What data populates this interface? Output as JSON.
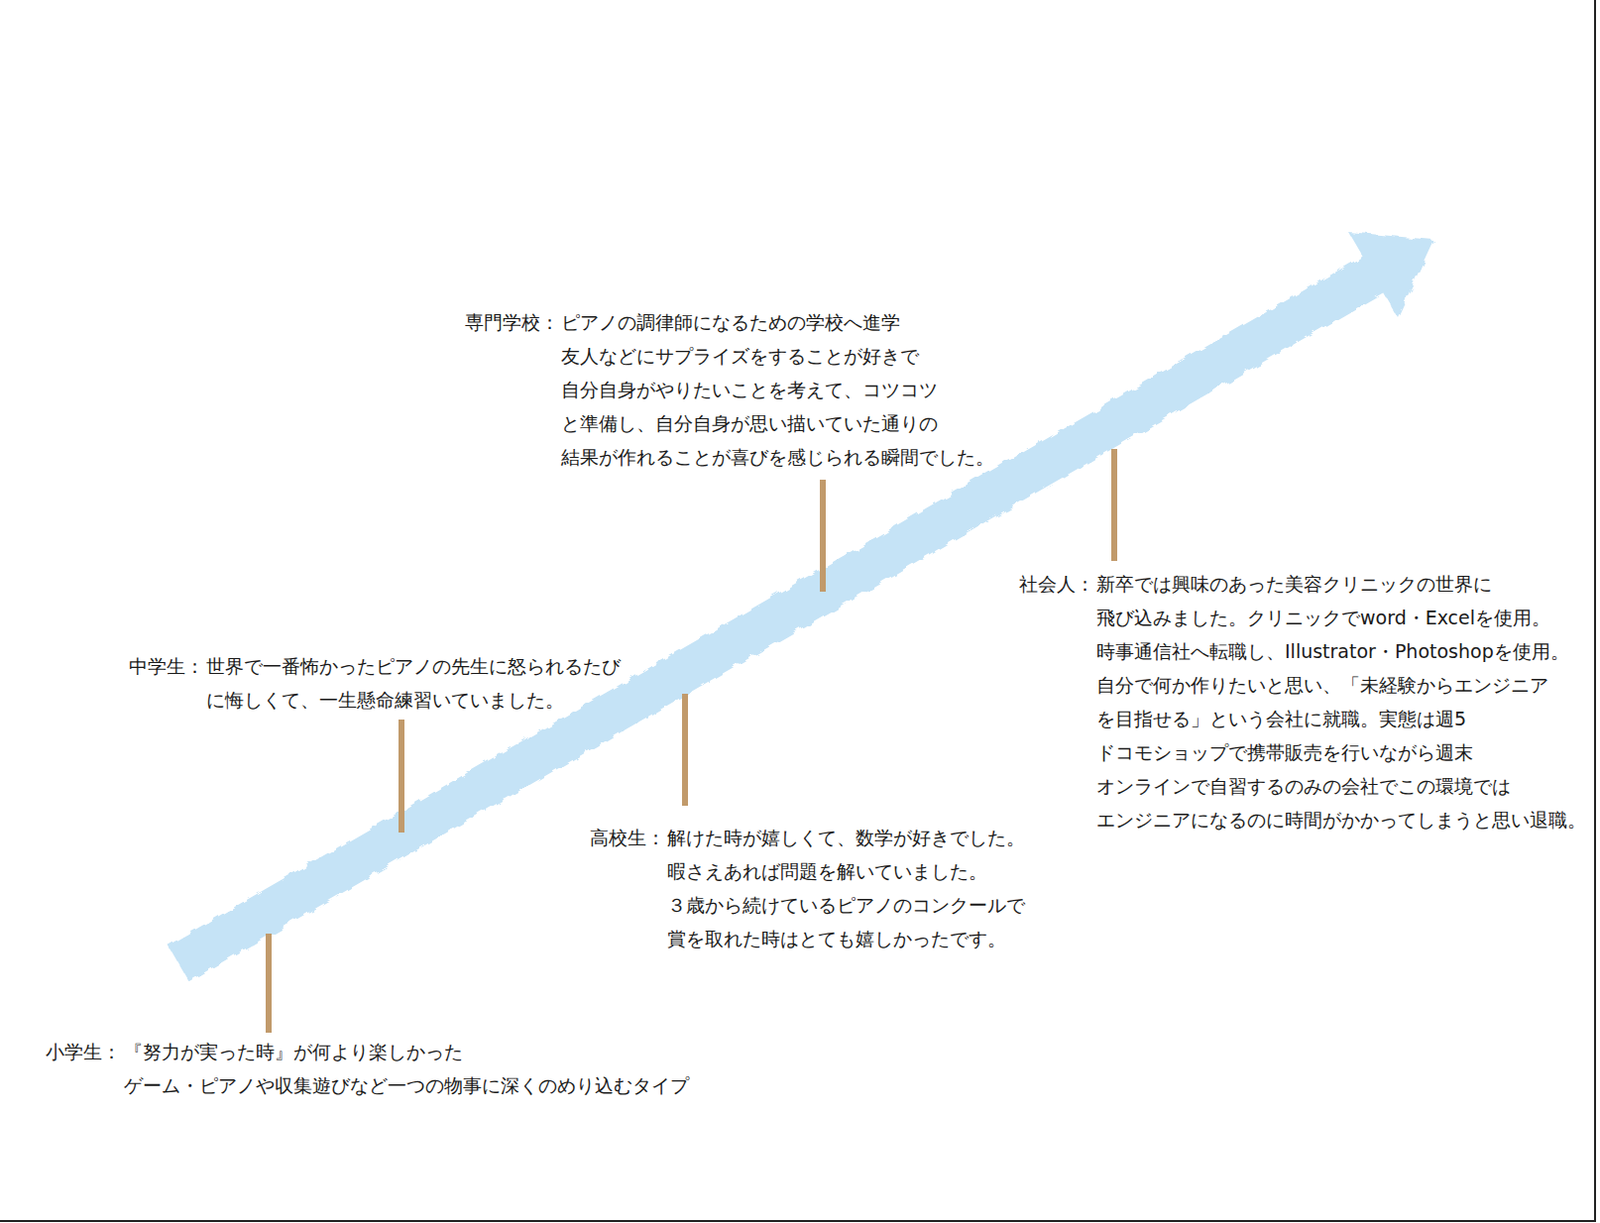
{
  "diagram": {
    "labels": [
      "小学生：",
      "『努力が実った時』が何より楽しかった ゲーム・ピアノや収集遊びなど一つの物事に深くのめり込むタイプ",
      "中学生：",
      "世界で一番怖かったピアノの先生に怒られるたび に悔しくて、一生懸命練習いていました。",
      "高校生：",
      "解けた時が嬉しくて、数学が好きでした。 暇さえあれば問題を解いていました。 ３歳から続けているピアノのコンクールで 賞を取れた時はとても嬉しかったです。",
      "専門学校：",
      "ピアノの調律師になるための学校へ進学 友人などにサプライズをすることが好きで 自分自身がやりたいことを考えて、コツコツ と準備し、自分自身が思い描いていた通りの 結果が作れることが喜びを感じられる瞬間でした。",
      "社会人：",
      "新卒では興味のあった美容クリニックの世界に 飛び込みました。クリニックでword・Excelを使用。 時事通信社へ転職し、Illustrator・Photoshopを使用。 自分で何か作りたいと思い、「未経験からエンジニア を目指せる」という会社に就職。実態は週5 ドコモショップで携帯販売を行いながら週末 オンラインで自習するのみの会社でこの環境では エンジニアになるのに時間がかかってしまうと思い退職。"
    ]
  }
}
